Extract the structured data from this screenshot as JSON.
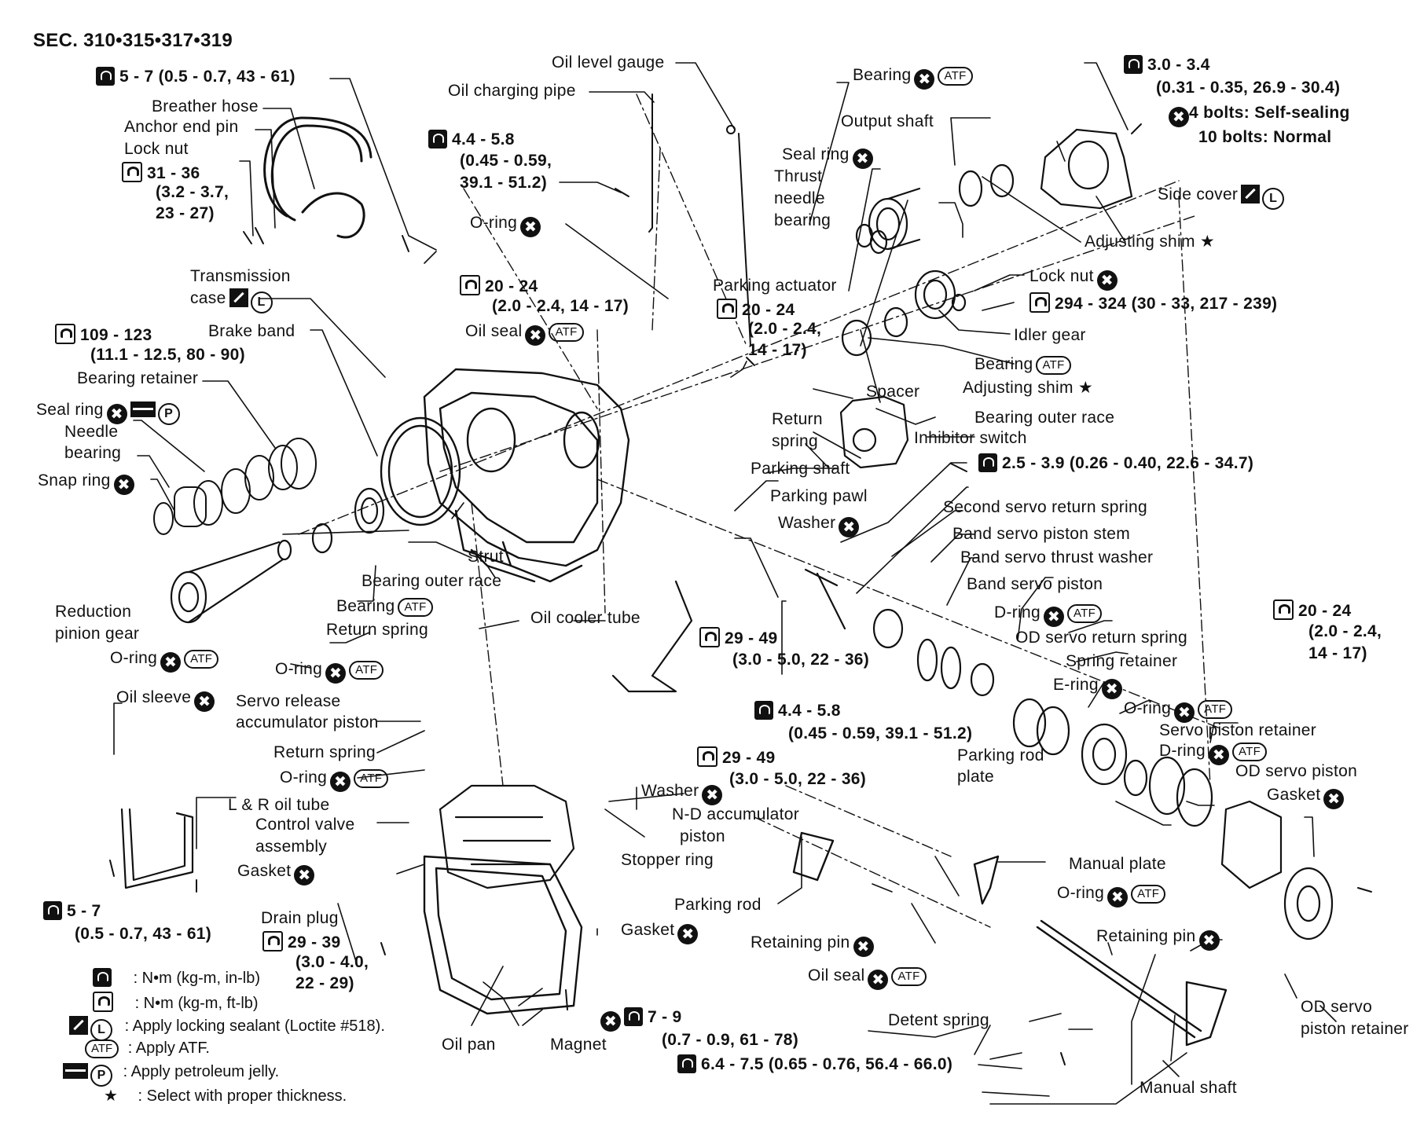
{
  "section": "SEC. 310•315•317•319",
  "callouts": {
    "t_5_7_top": "5 - 7 (0.5 - 0.7, 43 - 61)",
    "breather_hose": "Breather hose",
    "anchor_end_pin": "Anchor end pin",
    "lock_nut_left": "Lock nut",
    "t_31_36": "31 - 36",
    "t_31_36b": "(3.2 - 3.7,",
    "t_31_36c": "23 - 27)",
    "transmission": "Transmission",
    "case": "case",
    "t_109_123": "109 - 123",
    "t_109_123b": "(11.1 - 12.5, 80 - 90)",
    "brake_band": "Brake band",
    "bearing_retainer": "Bearing retainer",
    "seal_ring_left": "Seal ring",
    "needle": "Needle",
    "bearing_left": "bearing",
    "snap_ring": "Snap ring",
    "oil_level_gauge": "Oil level gauge",
    "oil_charging_pipe": "Oil charging pipe",
    "t_44_58": "4.4 - 5.8",
    "t_44_58b": "(0.45 - 0.59,",
    "t_44_58c": "39.1 - 51.2)",
    "o_ring_top": "O-ring",
    "t_20_24a": "20 - 24",
    "t_20_24ab": "(2.0 - 2.4, 14 - 17)",
    "oil_seal_top": "Oil seal",
    "parking_actuator": "Parking actuator",
    "t_20_24b": "20 - 24",
    "t_20_24bb": "(2.0 - 2.4,",
    "t_20_24bc": "14 - 17)",
    "bearing_top": "Bearing",
    "output_shaft": "Output shaft",
    "seal_ring_top": "Seal ring",
    "thrust": "Thrust",
    "needle2": "needle",
    "bearing2": "bearing",
    "t_30_34": "3.0 - 3.4",
    "t_30_34b": "(0.31 - 0.35, 26.9 - 30.4)",
    "bolts_self": "4 bolts: Self-sealing",
    "bolts_normal": "10 bolts: Normal",
    "side_cover": "Side cover",
    "adjusting_shim_top": "Adjusting shim ★",
    "lock_nut_right": "Lock nut",
    "t_294_324": "294 - 324 (30 - 33, 217 - 239)",
    "idler_gear": "Idler gear",
    "bearing_atf": "Bearing",
    "adjusting_shim_mid": "Adjusting shim ★",
    "spacer": "Spacer",
    "bearing_outer_race_r": "Bearing outer race",
    "return": "Return",
    "spring": "spring",
    "inhibitor_switch": "Inhibitor switch",
    "parking_shaft": "Parking shaft",
    "t_25_39": "2.5 - 3.9 (0.26 - 0.40, 22.6 - 34.7)",
    "parking_pawl": "Parking pawl",
    "second_servo": "Second servo return spring",
    "washer_top": "Washer",
    "band_servo_stem": "Band servo piston stem",
    "band_servo_thrust": "Band servo thrust washer",
    "band_servo_piston": "Band servo piston",
    "d_ring_1": "D-ring",
    "od_servo_return": "OD servo return spring",
    "spring_retainer": "Spring retainer",
    "e_ring": "E-ring",
    "o_ring_right": "O-ring",
    "servo_piston_retainer": "Servo piston retainer",
    "d_ring_2": "D-ring",
    "od_servo_piston": "OD servo piston",
    "gasket_right": "Gasket",
    "t_20_24c": "20 - 24",
    "t_20_24cb": "(2.0 - 2.4,",
    "t_20_24cc": "14 - 17)",
    "strut": "Strut",
    "bearing_outer_race_l": "Bearing outer race",
    "bearing_mid": "Bearing",
    "reduction": "Reduction",
    "pinion_gear": "pinion gear",
    "return_spring_1": "Return spring",
    "oil_cooler_tube": "Oil cooler tube",
    "t_29_49a": "29 - 49",
    "t_29_49ab": "(3.0 - 5.0, 22 - 36)",
    "o_ring_mid_l": "O-ring",
    "o_ring_mid": "O-ring",
    "oil_sleeve": "Oil sleeve",
    "servo_release": "Servo release",
    "accum_piston": "accumulator piston",
    "t_44_58_2": "4.4 - 5.8",
    "t_44_58_2b": "(0.45 - 0.59, 39.1 - 51.2)",
    "parking_rod_plate": "Parking rod",
    "plate": "plate",
    "return_spring_2": "Return spring",
    "o_ring_low": "O-ring",
    "t_29_49b": "29 - 49",
    "t_29_49bb": "(3.0 - 5.0, 22 - 36)",
    "washer_low": "Washer",
    "lr_oil_tube": "L & R oil tube",
    "control_valve": "Control valve",
    "assembly": "assembly",
    "nd_accum": "N-D accumulator",
    "piston": "piston",
    "stopper_ring": "Stopper ring",
    "gasket_left": "Gasket",
    "t_5_7_bottom": "5 - 7",
    "t_5_7_bottomb": "(0.5 - 0.7, 43 - 61)",
    "drain_plug": "Drain plug",
    "t_29_39": "29 - 39",
    "t_29_39b": "(3.0 - 4.0,",
    "t_29_39c": "22 - 29)",
    "parking_rod": "Parking rod",
    "gasket_pan": "Gasket",
    "manual_plate": "Manual plate",
    "o_ring_bottom": "O-ring",
    "retaining_pin_l": "Retaining pin",
    "retaining_pin_r": "Retaining pin",
    "oil_seal_bottom": "Oil seal",
    "t_7_9": "7 - 9",
    "t_7_9b": "(0.7 - 0.9, 61 - 78)",
    "t_64_75": "6.4 - 7.5 (0.65 - 0.76, 56.4 - 66.0)",
    "oil_pan": "Oil pan",
    "magnet": "Magnet",
    "detent_spring": "Detent spring",
    "od_servo": "OD servo",
    "piston_retainer": "piston retainer",
    "manual_shaft": "Manual shaft",
    "atf": "ATF"
  },
  "legend": [
    {
      "symbol": "wrench-inlb-icon",
      "text": ": N•m (kg-m, in-lb)"
    },
    {
      "symbol": "wrench-ftlb-icon",
      "text": ": N•m (kg-m, ft-lb)"
    },
    {
      "symbol": "locking-sealant-icon",
      "text": ": Apply locking sealant (Loctite #518)."
    },
    {
      "symbol": "atf-icon",
      "text": ": Apply ATF."
    },
    {
      "symbol": "petroleum-jelly-icon",
      "text": ": Apply petroleum jelly."
    },
    {
      "symbol": "star-icon",
      "text": ": Select with proper thickness."
    }
  ],
  "symbols": {
    "x": "✖",
    "L": "L",
    "P": "P",
    "star": "★"
  }
}
